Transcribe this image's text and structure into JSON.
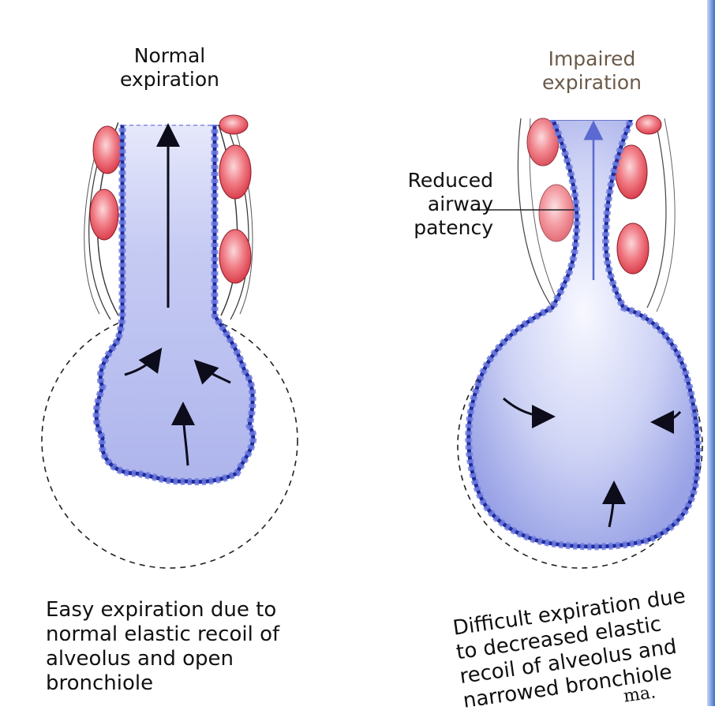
{
  "labels": {
    "normal": "Normal\nexpiration",
    "impaired": "Impaired\nexpiration",
    "reduced": "Reduced\nairway\npatency"
  },
  "captions": {
    "easy": "Easy expiration due to normal elastic recoil of alveolus and open bronchiole",
    "difficult": "Difficult expiration due to decreased elastic recoil of alveolus and narrowed bronchiole"
  },
  "footer_fragment": "ma.",
  "colors": {
    "airway_fill": "#b9bff0",
    "wall": "#2a3ab0",
    "wall_cells": "#5363d6",
    "capillary": "#e9505e",
    "capillary_light": "#f6b1b6"
  }
}
